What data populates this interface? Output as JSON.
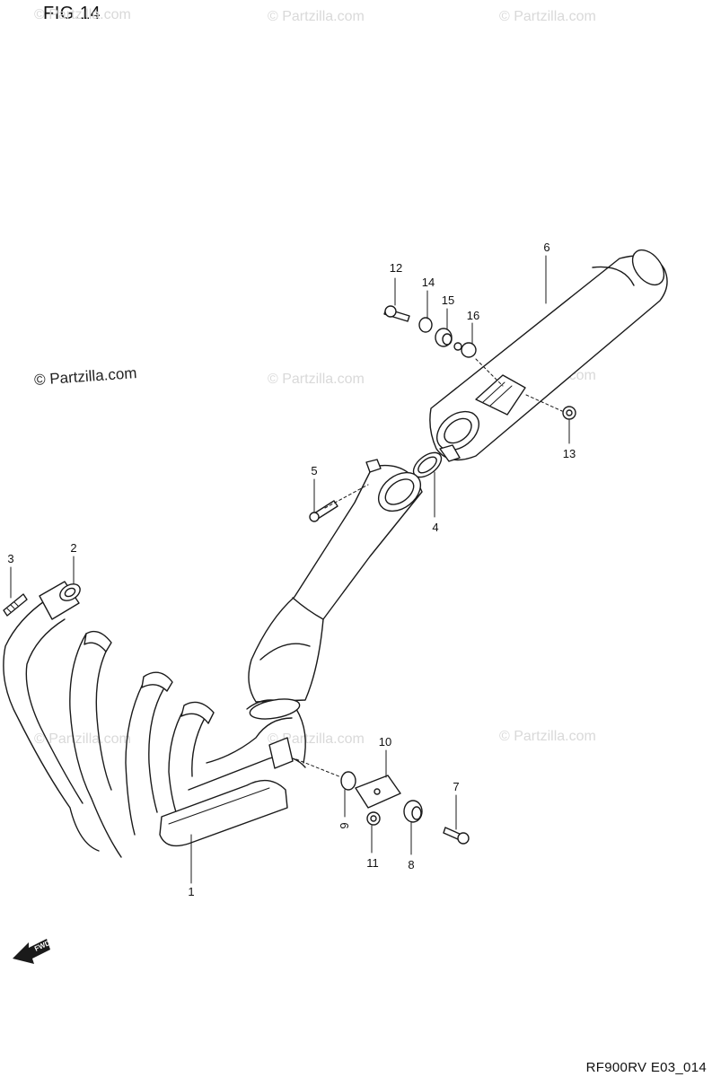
{
  "figure": {
    "title": "FIG.14",
    "code": "RF900RV E03_014"
  },
  "watermark": {
    "text": "© Partzilla.com"
  },
  "callouts": [
    {
      "id": "c1",
      "label": "1"
    },
    {
      "id": "c2",
      "label": "2"
    },
    {
      "id": "c3",
      "label": "3"
    },
    {
      "id": "c4",
      "label": "4"
    },
    {
      "id": "c5",
      "label": "5"
    },
    {
      "id": "c6",
      "label": "6"
    },
    {
      "id": "c7",
      "label": "7"
    },
    {
      "id": "c8",
      "label": "8"
    },
    {
      "id": "c9",
      "label": "9"
    },
    {
      "id": "c10",
      "label": "10"
    },
    {
      "id": "c11",
      "label": "11"
    },
    {
      "id": "c12",
      "label": "12"
    },
    {
      "id": "c13",
      "label": "13"
    },
    {
      "id": "c14",
      "label": "14"
    },
    {
      "id": "c15",
      "label": "15"
    },
    {
      "id": "c16",
      "label": "16"
    }
  ],
  "fwd_marker": {
    "text": "FWD"
  }
}
